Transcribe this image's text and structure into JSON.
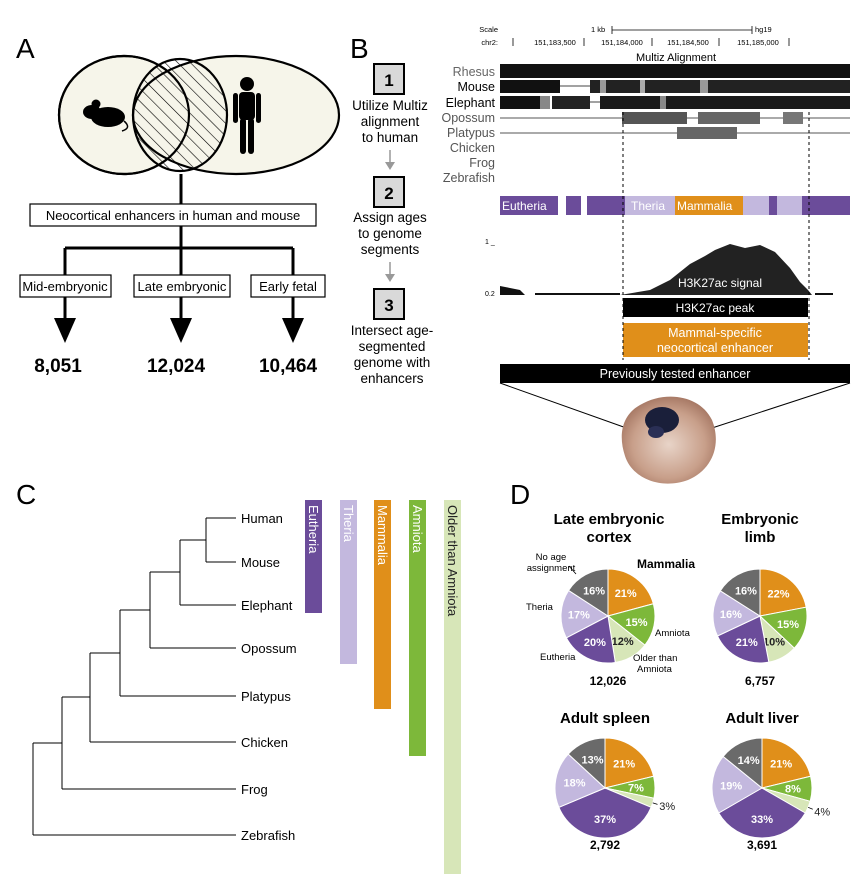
{
  "panels": {
    "a": "A",
    "b": "B",
    "c": "C",
    "d": "D"
  },
  "panel_a": {
    "enhancers_label": "Neocortical enhancers in human and mouse",
    "stages": [
      {
        "label": "Mid-embryonic",
        "count": "8,051"
      },
      {
        "label": "Late embryonic",
        "count": "12,024"
      },
      {
        "label": "Early fetal",
        "count": "10,464"
      }
    ]
  },
  "panel_b": {
    "steps": [
      {
        "num": "1",
        "lines": [
          "Utilize Multiz",
          "alignment",
          "to human"
        ]
      },
      {
        "num": "2",
        "lines": [
          "Assign ages",
          "to genome",
          "segments"
        ]
      },
      {
        "num": "3",
        "lines": [
          "Intersect age-",
          "segmented",
          "genome with",
          "enhancers"
        ]
      }
    ],
    "browser": {
      "scale_label": "Scale",
      "scale_value": "1 kb",
      "assembly": "hg19",
      "chrom": "chr2:",
      "coords": [
        "151,183,500",
        "151,184,000",
        "151,184,500",
        "151,185,000"
      ],
      "alignment_title": "Multiz Alignment",
      "species": [
        "Rhesus",
        "Mouse",
        "Elephant",
        "Opossum",
        "Platypus",
        "Chicken",
        "Frog",
        "Zebrafish"
      ]
    },
    "age_track": {
      "eutheria": "Eutheria",
      "theria": "Theria",
      "mammalia": "Mammalia"
    },
    "signal": {
      "ymax": "1 _",
      "ymin": "0.2",
      "label": "H3K27ac signal"
    },
    "peak_label": "H3K27ac peak",
    "enhancer_lines": [
      "Mammal-specific",
      "neocortical enhancer"
    ],
    "tested_label": "Previously tested enhancer"
  },
  "panel_c": {
    "species": [
      "Human",
      "Mouse",
      "Elephant",
      "Opossum",
      "Platypus",
      "Chicken",
      "Frog",
      "Zebrafish"
    ],
    "bars": [
      {
        "label": "Eutheria",
        "color": "#6b4c9a"
      },
      {
        "label": "Theria",
        "color": "#c3b8de"
      },
      {
        "label": "Mammalia",
        "color": "#e08f1a"
      },
      {
        "label": "Amniota",
        "color": "#7db83a"
      },
      {
        "label": "Older than Amniota",
        "color": "#d7e6b8"
      }
    ]
  },
  "panel_d": {
    "colors": {
      "Mammalia": "#e08f1a",
      "Amniota": "#7db83a",
      "Older than Amniota": "#d7e6b8",
      "Eutheria": "#6b4c9a",
      "Theria": "#c3b8de",
      "No age assignment": "#6a6a6a"
    },
    "callouts": {
      "no_age": [
        "No age",
        "assignment"
      ],
      "mammalia": "Mammalia",
      "theria": "Theria",
      "amniota": "Amniota",
      "eutheria": "Eutheria",
      "older": [
        "Older than",
        "Amniota"
      ]
    },
    "chart_data": [
      {
        "type": "pie",
        "title": [
          "Late embryonic",
          "cortex"
        ],
        "total": "12,026",
        "slices": [
          {
            "label": "Mammalia",
            "value": 21
          },
          {
            "label": "Amniota",
            "value": 15
          },
          {
            "label": "Older than Amniota",
            "value": 12
          },
          {
            "label": "Eutheria",
            "value": 20
          },
          {
            "label": "Theria",
            "value": 17
          },
          {
            "label": "No age assignment",
            "value": 16
          }
        ]
      },
      {
        "type": "pie",
        "title": [
          "Embryonic",
          "limb"
        ],
        "total": "6,757",
        "slices": [
          {
            "label": "Mammalia",
            "value": 22
          },
          {
            "label": "Amniota",
            "value": 15
          },
          {
            "label": "Older than Amniota",
            "value": 10
          },
          {
            "label": "Eutheria",
            "value": 21
          },
          {
            "label": "Theria",
            "value": 16
          },
          {
            "label": "No age assignment",
            "value": 16
          }
        ]
      },
      {
        "type": "pie",
        "title": [
          "Adult spleen"
        ],
        "total": "2,792",
        "slices": [
          {
            "label": "Mammalia",
            "value": 21
          },
          {
            "label": "Amniota",
            "value": 7
          },
          {
            "label": "Older than Amniota",
            "value": 3
          },
          {
            "label": "Eutheria",
            "value": 37
          },
          {
            "label": "Theria",
            "value": 18
          },
          {
            "label": "No age assignment",
            "value": 13
          }
        ]
      },
      {
        "type": "pie",
        "title": [
          "Adult liver"
        ],
        "total": "3,691",
        "slices": [
          {
            "label": "Mammalia",
            "value": 21
          },
          {
            "label": "Amniota",
            "value": 8
          },
          {
            "label": "Older than Amniota",
            "value": 4
          },
          {
            "label": "Eutheria",
            "value": 33
          },
          {
            "label": "Theria",
            "value": 19
          },
          {
            "label": "No age assignment",
            "value": 14
          }
        ]
      }
    ]
  }
}
